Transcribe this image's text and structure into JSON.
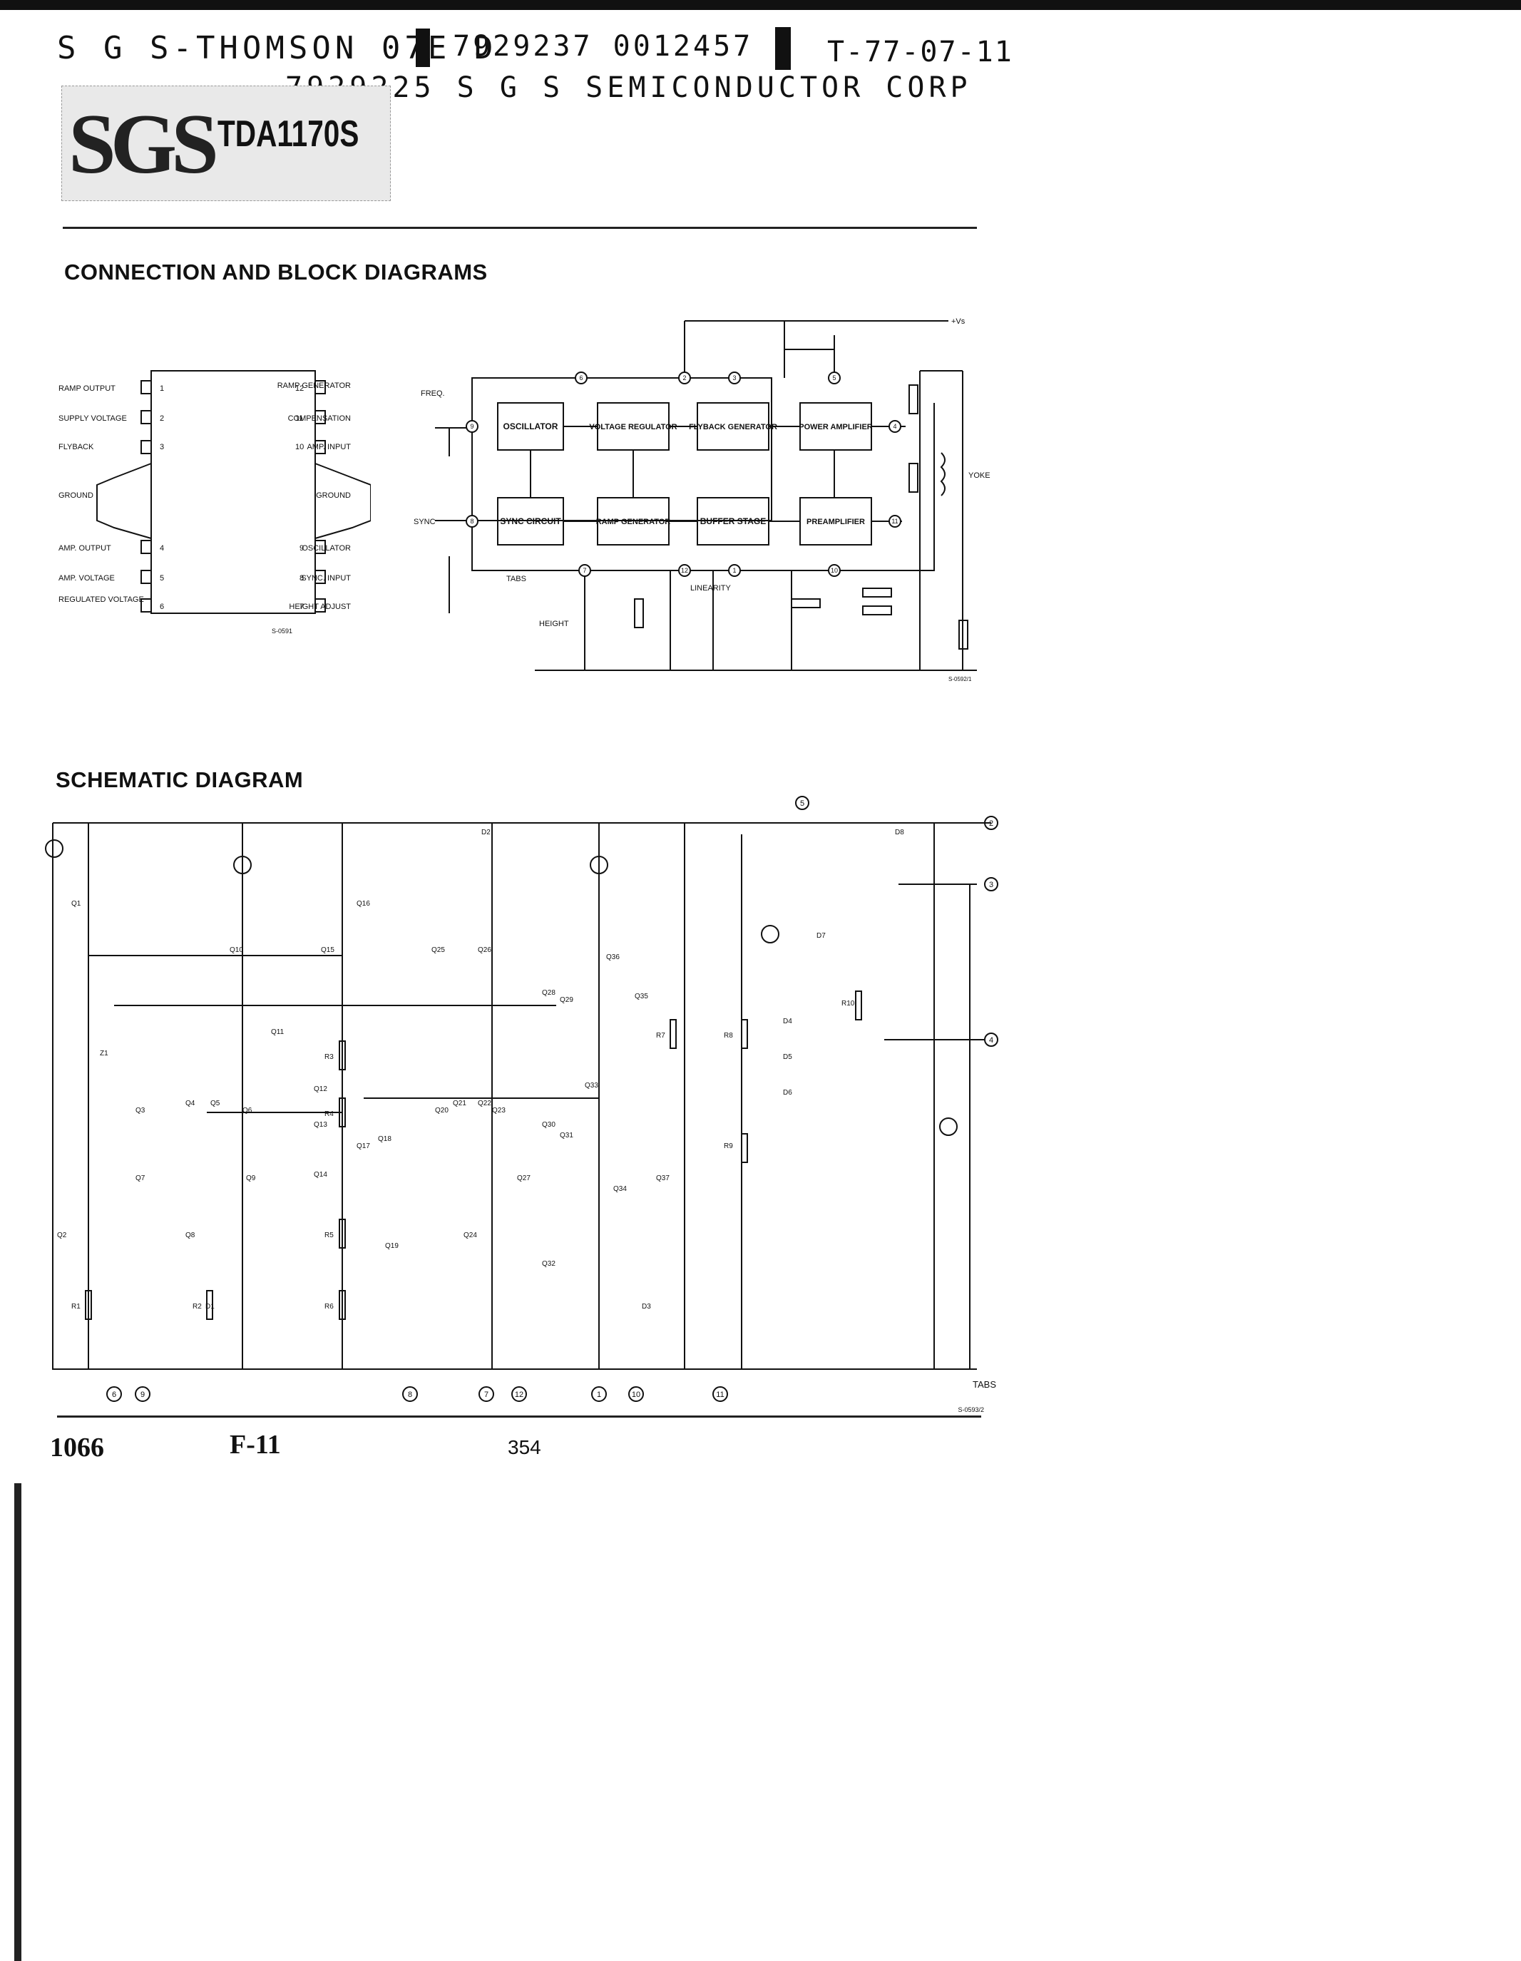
{
  "header": {
    "line1": "S G S-THOMSON 07E D",
    "line1_codes": "7929237 0012457 2",
    "ref_code": "T-77-07-11",
    "line2": "7929225 S G S SEMICONDUCTOR CORP",
    "logo_text": "SGS",
    "part_number": "TDA1170S"
  },
  "sections": {
    "connection_title": "CONNECTION AND BLOCK DIAGRAMS",
    "schematic_title": "SCHEMATIC DIAGRAM"
  },
  "pinout": {
    "left": [
      {
        "num": "1",
        "label": "RAMP OUTPUT"
      },
      {
        "num": "2",
        "label": "SUPPLY VOLTAGE"
      },
      {
        "num": "3",
        "label": "FLYBACK"
      },
      {
        "num": "",
        "label": "GROUND"
      },
      {
        "num": "4",
        "label": "AMP. OUTPUT"
      },
      {
        "num": "5",
        "label": "AMP. VOLTAGE"
      },
      {
        "num": "6",
        "label": "REGULATED VOLTAGE"
      }
    ],
    "right": [
      {
        "num": "12",
        "label": "RAMP GENERATOR"
      },
      {
        "num": "11",
        "label": "COMPENSATION"
      },
      {
        "num": "10",
        "label": "AMP. INPUT"
      },
      {
        "num": "",
        "label": "GROUND"
      },
      {
        "num": "9",
        "label": "OSCILLATOR"
      },
      {
        "num": "8",
        "label": "SYNC. INPUT"
      },
      {
        "num": "7",
        "label": "HEIGHT ADJUST"
      }
    ],
    "figure_code": "S-0591"
  },
  "block": {
    "blocks": [
      "OSCILLATOR",
      "VOLTAGE REGULATOR",
      "FLYBACK GENERATOR",
      "POWER AMPLIFIER",
      "SYNC CIRCUIT",
      "RAMP GENERATOR",
      "BUFFER STAGE",
      "PREAMPLIFIER"
    ],
    "labels": {
      "freq": "FREQ.",
      "sync": "SYNC",
      "tabs": "TABS",
      "height": "HEIGHT",
      "linearity": "LINEARITY",
      "yoke": "YOKE",
      "vs": "+Vs",
      "figure_code": "S-0592/1"
    },
    "pins": [
      "6",
      "2",
      "3",
      "5",
      "9",
      "4",
      "8",
      "11",
      "7",
      "12",
      "1",
      "10"
    ]
  },
  "schematic": {
    "transistors": [
      "Q1",
      "Q2",
      "Q3",
      "Q4",
      "Q5",
      "Q6",
      "Q7",
      "Q8",
      "Q9",
      "Q10",
      "Q11",
      "Q12",
      "Q13",
      "Q14",
      "Q15",
      "Q16",
      "Q17",
      "Q18",
      "Q19",
      "Q20",
      "Q21",
      "Q22",
      "Q23",
      "Q24",
      "Q25",
      "Q26",
      "Q27",
      "Q28",
      "Q29",
      "Q30",
      "Q31",
      "Q32",
      "Q33",
      "Q34",
      "Q35",
      "Q36",
      "Q37"
    ],
    "resistors": [
      "R1",
      "R2",
      "R3",
      "R4",
      "R5",
      "R6",
      "R7",
      "R8",
      "R9",
      "R10"
    ],
    "diodes": [
      "D1",
      "D2",
      "D3",
      "D4",
      "D5",
      "D6",
      "D7",
      "D8",
      "Z1"
    ],
    "bottom_pins": [
      "6",
      "9",
      "8",
      "7",
      "12",
      "1",
      "10",
      "11"
    ],
    "right_pins": [
      "2",
      "3",
      "4"
    ],
    "top_pin": "5",
    "tabs": "TABS",
    "figure_code": "S-0593/2"
  },
  "footer": {
    "left_number": "1066",
    "mid_code": "F-11",
    "page": "354"
  }
}
